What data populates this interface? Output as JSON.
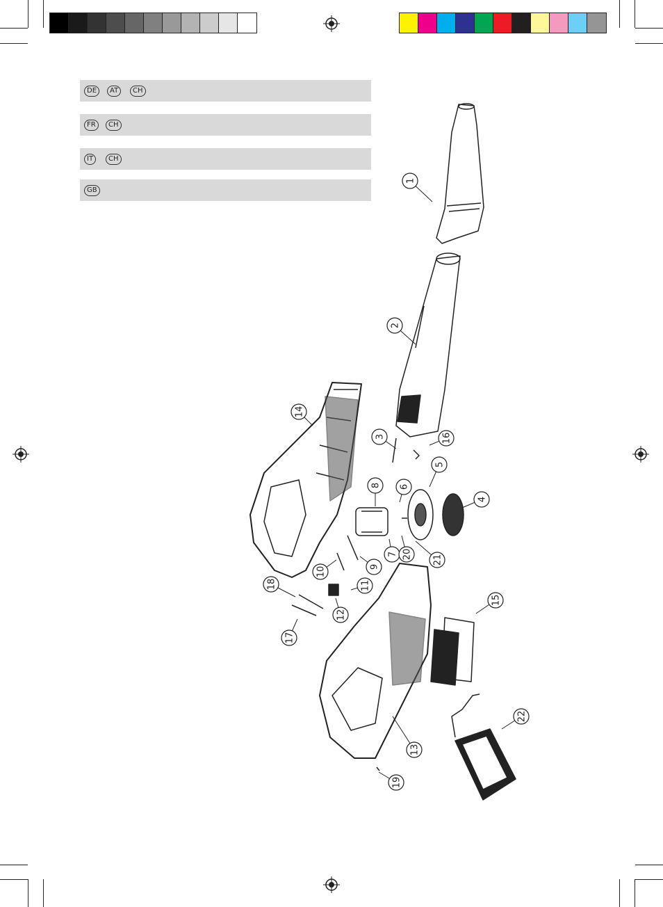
{
  "color_bar": {
    "gray_swatches": [
      "#000000",
      "#1a1a1a",
      "#333333",
      "#4d4d4d",
      "#666666",
      "#808080",
      "#999999",
      "#b3b3b3",
      "#cccccc",
      "#e6e6e6",
      "#ffffff"
    ],
    "color_swatches": [
      "#fff200",
      "#ec008c",
      "#00aeef",
      "#2e3192",
      "#00a651",
      "#ed1c24",
      "#231f20",
      "#fff799",
      "#f49ac1",
      "#6dcff6",
      "#959595"
    ]
  },
  "language_bars": [
    {
      "badges": [
        "DE",
        "AT",
        "CH"
      ]
    },
    {
      "badges": [
        "FR",
        "CH"
      ]
    },
    {
      "badges": [
        "IT",
        "CH"
      ]
    },
    {
      "badges": [
        "GB"
      ]
    }
  ],
  "callouts": [
    "1",
    "2",
    "3",
    "4",
    "5",
    "6",
    "7",
    "8",
    "9",
    "10",
    "11",
    "12",
    "13",
    "14",
    "15",
    "16",
    "17",
    "18",
    "19",
    "20",
    "21",
    "22"
  ],
  "icons": {
    "registration": "registration-mark-icon"
  }
}
